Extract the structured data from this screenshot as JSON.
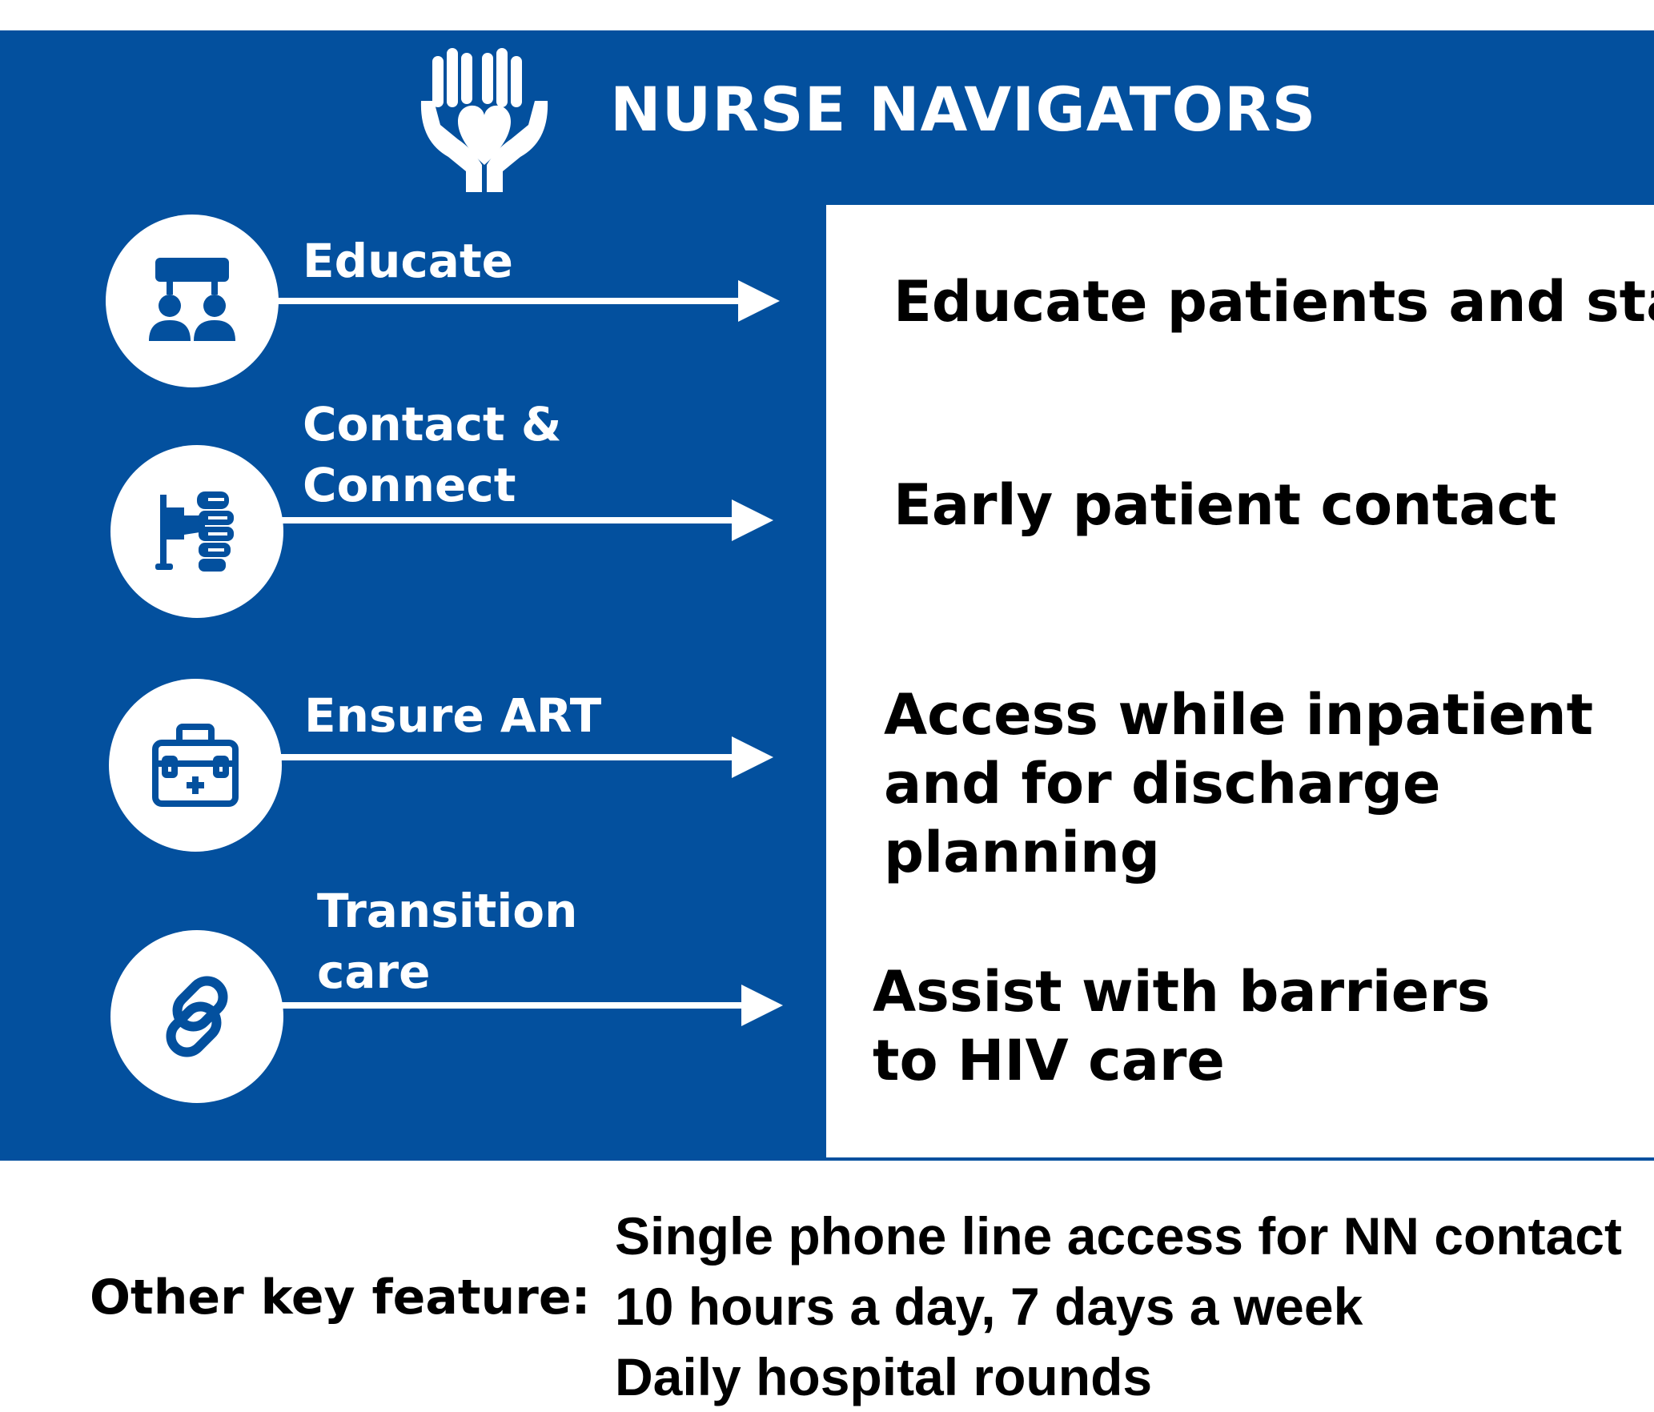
{
  "header": {
    "title": "NURSE NAVIGATORS",
    "icon": "hands-heart-icon"
  },
  "roles": [
    {
      "icon": "people-discussion-icon",
      "label_lines": [
        "Educate"
      ],
      "description_lines": [
        "Educate patients and staff"
      ]
    },
    {
      "icon": "hand-holding-door-icon",
      "label_lines": [
        "Contact &",
        "Connect"
      ],
      "description_lines": [
        "Early patient contact"
      ]
    },
    {
      "icon": "medical-kit-icon",
      "label_lines": [
        "Ensure ART"
      ],
      "description_lines": [
        "Access while inpatient",
        "and for discharge",
        "planning"
      ]
    },
    {
      "icon": "chain-link-icon",
      "label_lines": [
        "Transition",
        "care"
      ],
      "description_lines": [
        "Assist with barriers",
        "to HIV care"
      ]
    }
  ],
  "footer": {
    "label": "Other key feature:",
    "items": [
      "Single phone line access for NN contact",
      "10 hours a day, 7 days a week",
      "Daily hospital rounds"
    ]
  },
  "colors": {
    "brand_blue": "#03509e",
    "text": "#000000",
    "panel_text": "#ffffff"
  }
}
